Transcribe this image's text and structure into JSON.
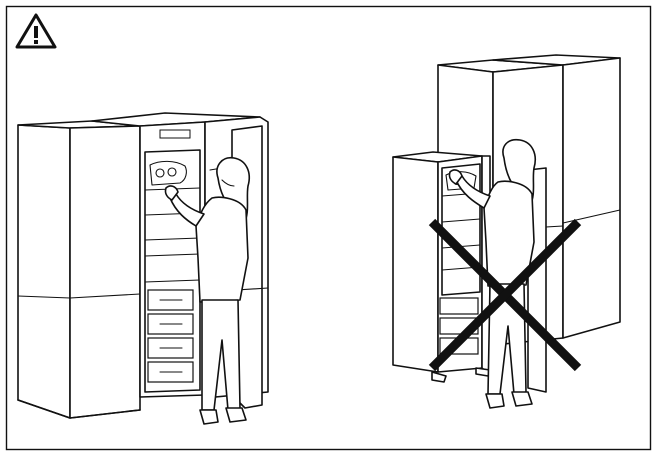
{
  "figure": {
    "warning_icon": "warning-triangle-icon",
    "panels": [
      {
        "id": "correct-installation",
        "icon": "side-by-side-fridge-with-person"
      },
      {
        "id": "incorrect-installation",
        "icon": "freestanding-fridge-with-person",
        "mark": "cross-out-x"
      }
    ],
    "colors": {
      "line": "#111111",
      "background": "#ffffff"
    }
  }
}
